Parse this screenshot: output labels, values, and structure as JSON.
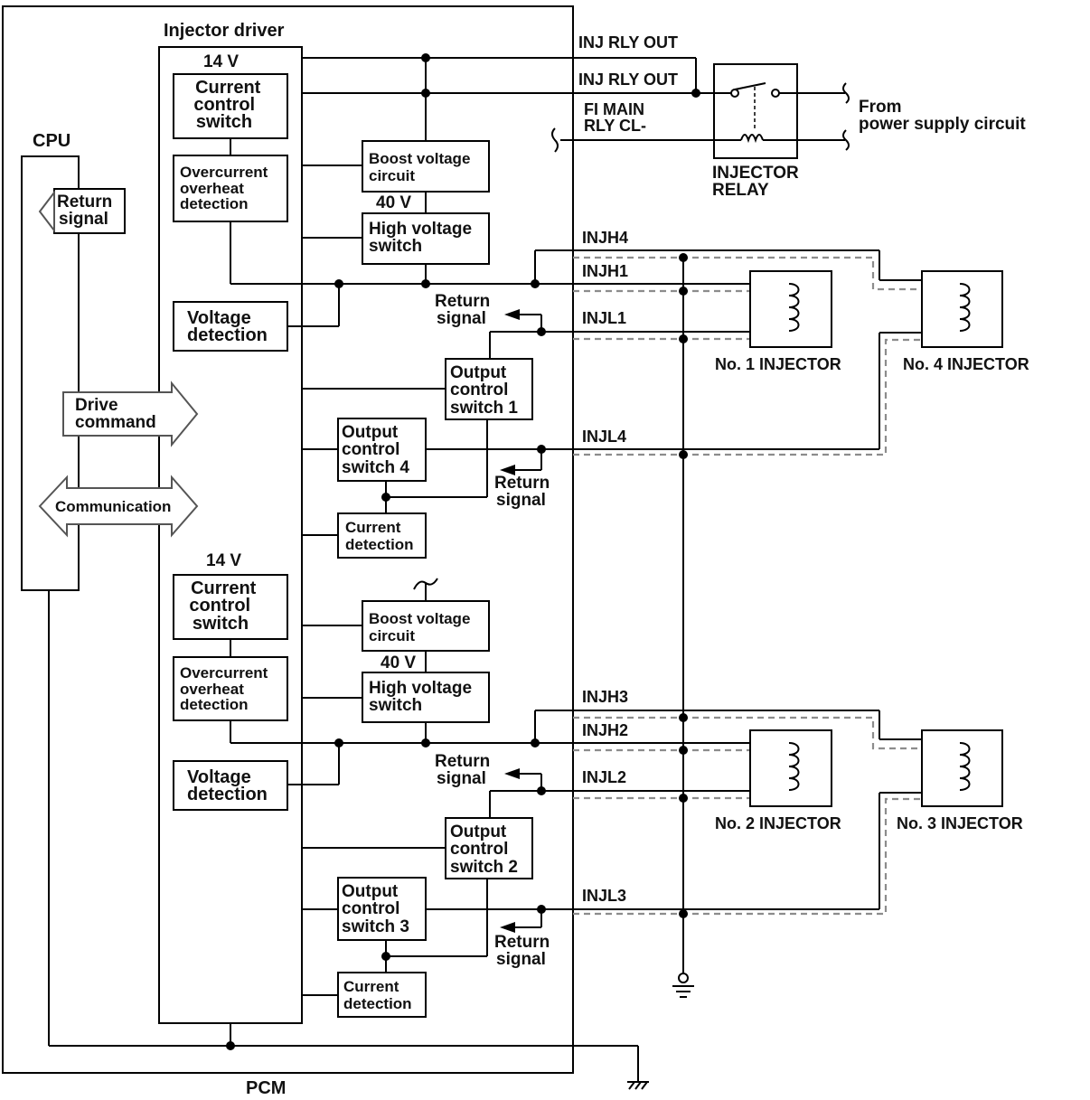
{
  "labels": {
    "injector_driver": "Injector driver",
    "pcm": "PCM",
    "cpu": "CPU",
    "v14": "14 V",
    "v40": "40 V",
    "current_control_switch": [
      "Current",
      "control",
      "switch"
    ],
    "overcurrent": [
      "Overcurrent",
      "overheat",
      "detection"
    ],
    "boost_voltage": [
      "Boost voltage",
      "circuit"
    ],
    "high_voltage": [
      "High voltage",
      "switch"
    ],
    "voltage_detection": [
      "Voltage",
      "detection"
    ],
    "output_control_1": [
      "Output",
      "control",
      "switch 1"
    ],
    "output_control_4": [
      "Output",
      "control",
      "switch 4"
    ],
    "output_control_2": [
      "Output",
      "control",
      "switch 2"
    ],
    "output_control_3": [
      "Output",
      "control",
      "switch 3"
    ],
    "current_detection": [
      "Current",
      "detection"
    ],
    "return_signal": [
      "Return",
      "signal"
    ],
    "drive_command": [
      "Drive",
      "command"
    ],
    "communication": "Communication",
    "inj_rly_out": "INJ RLY OUT",
    "fi_main": [
      "FI MAIN",
      "RLY CL-"
    ],
    "from_power": [
      "From",
      "power supply circuit"
    ],
    "injector_relay": [
      "INJECTOR",
      "RELAY"
    ],
    "injh4": "INJH4",
    "injh1": "INJH1",
    "injl1": "INJL1",
    "injl4": "INJL4",
    "injh3": "INJH3",
    "injh2": "INJH2",
    "injl2": "INJL2",
    "injl3": "INJL3",
    "no1": "No. 1 INJECTOR",
    "no4": "No. 4 INJECTOR",
    "no2": "No. 2 INJECTOR",
    "no3": "No. 3 INJECTOR"
  }
}
